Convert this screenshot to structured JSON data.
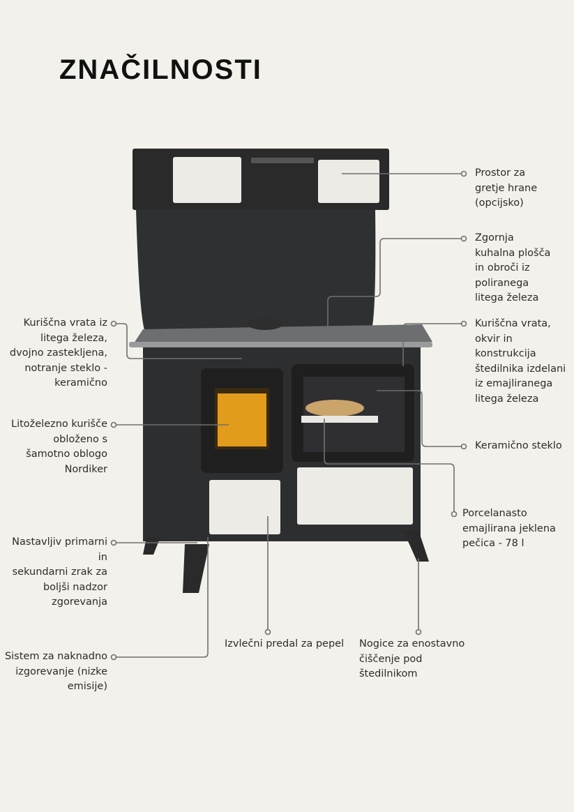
{
  "title": "ZNAČILNOSTI",
  "labels": {
    "firebox_door": "Kuriščna vrata iz\nlitega železa,\ndvojno zastekljena,\nnotranje steklo -\nkeramično",
    "firebox": "Litoželezno kurišče\nobloženo s\nšamotno oblogo\nNordiker",
    "air": "Nastavljiv primarni in\nsekundarni zrak za\nboljši nadzor\nzgorevanja",
    "afterburn": "Sistem za naknadno\nizgorevanje (nizke\nemisije)",
    "warming": "Prostor za\ngretje hrane\n(opcijsko)",
    "hob": "Zgornja\nkuhalna plošča\nin obroči iz\npoliranega\nlitega železa",
    "frame": "Kuriščna vrata,\nokvir in\nkonstrukcija\nštedilnika izdelani\niz emajliranega\nlitega železa",
    "glass": "Keramično steklo",
    "oven": "Porcelanasto\nemajlirana jeklena\npečica - 78 l",
    "ash_drawer": "Izvlečni predal za pepel",
    "feet": "Nogice za enostavno\nčiščenje pod\nštedilnikom"
  }
}
